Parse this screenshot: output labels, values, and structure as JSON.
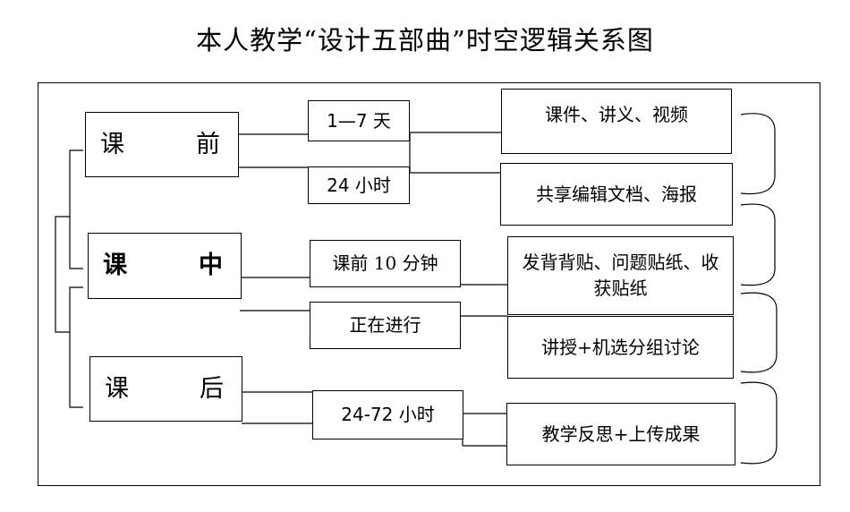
{
  "title": "本人教学“设计五部曲”时空逻辑关系图",
  "stages": [
    {
      "name": "课前",
      "chars": [
        "课",
        "前"
      ]
    },
    {
      "name": "课中",
      "chars": [
        "课",
        "中"
      ]
    },
    {
      "name": "课后",
      "chars": [
        "课",
        "后"
      ]
    }
  ],
  "times": [
    "1—7 天",
    "24 小时",
    "课前 10 分钟",
    "正在进行",
    "24-72 小时"
  ],
  "activities": [
    "课件、讲义、视频",
    "共享编辑文档、海报",
    "发背背贴、问题贴纸、收获贴纸",
    "讲授+机选分组讨论",
    "教学反思+上传成果"
  ]
}
